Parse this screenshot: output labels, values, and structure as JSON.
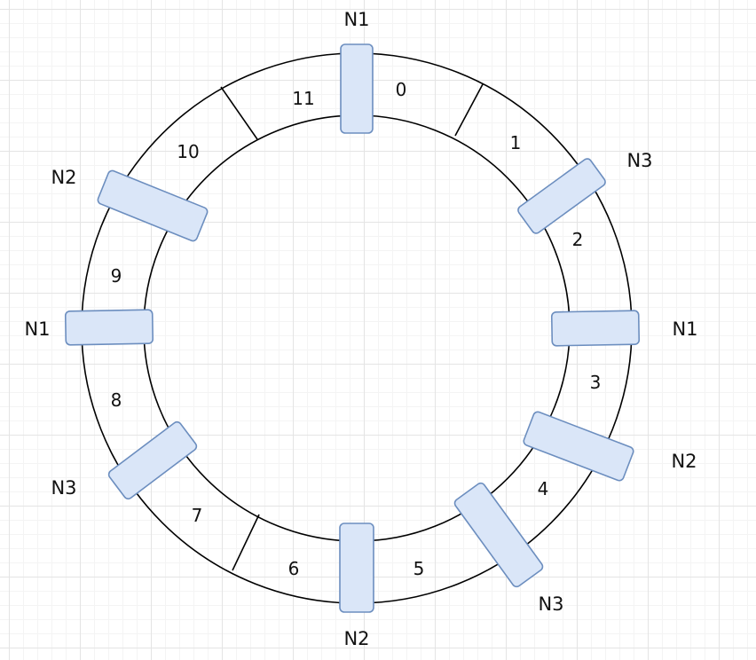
{
  "colors": {
    "ring_stroke": "#000000",
    "node_fill": "#dae6f8",
    "node_stroke": "#6c8ebf",
    "grid_major": "#e4e4e4",
    "grid_minor": "#f4f4f4"
  },
  "ring": {
    "segments": [
      "0",
      "1",
      "2",
      "3",
      "4",
      "5",
      "6",
      "7",
      "8",
      "9",
      "10",
      "11"
    ]
  },
  "nodes": [
    {
      "label": "N1"
    },
    {
      "label": "N3"
    },
    {
      "label": "N1"
    },
    {
      "label": "N2"
    },
    {
      "label": "N3"
    },
    {
      "label": "N2"
    },
    {
      "label": "N3"
    },
    {
      "label": "N1"
    },
    {
      "label": "N2"
    }
  ]
}
